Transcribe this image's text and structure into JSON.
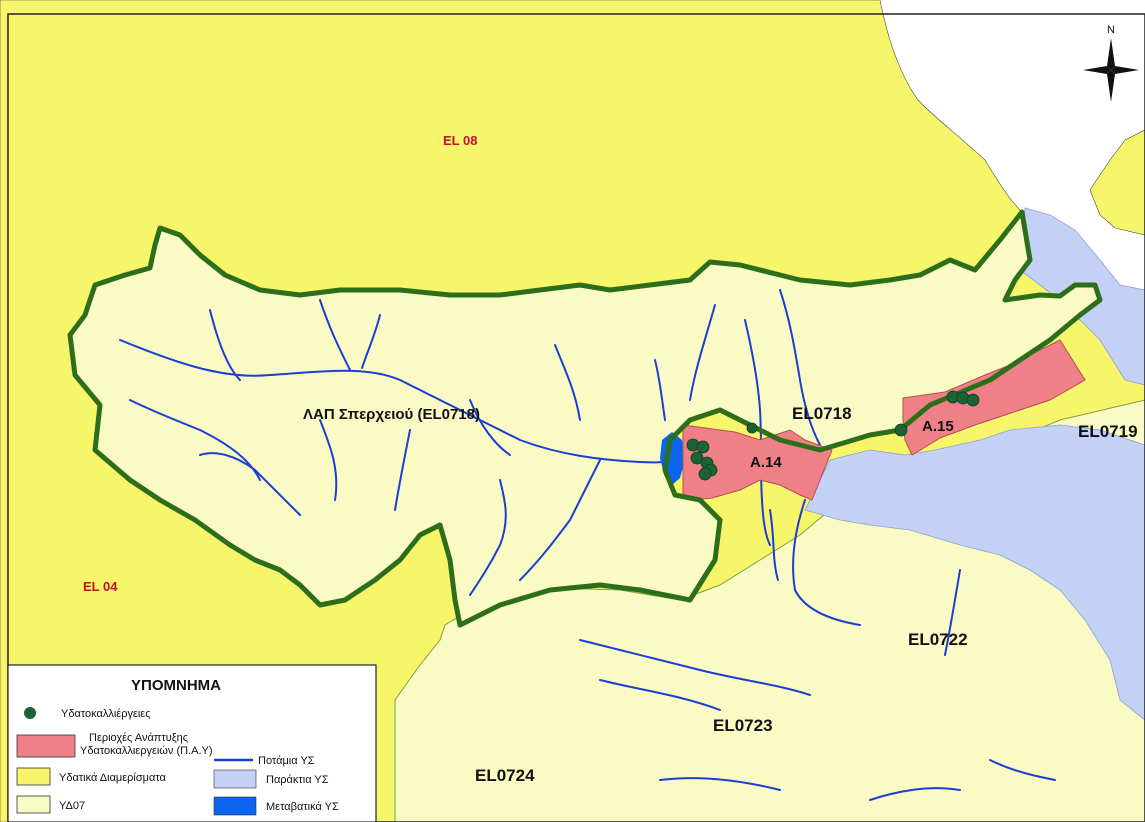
{
  "map": {
    "north_label": "N",
    "labels": {
      "el08": "EL 08",
      "el04": "EL 04",
      "basin": "ΛΑΠ Σπερχειού (EL0718)",
      "el0718": "EL0718",
      "el0719": "EL0719",
      "el0722": "EL0722",
      "el0723": "EL0723",
      "el0724": "EL0724",
      "a14": "Α.14",
      "a15": "Α.15"
    }
  },
  "legend": {
    "title": "ΥΠΟΜΝΗΜΑ",
    "aquaculture": "Υδατοκαλλιέργειες",
    "pay_line1": "Περιοχές Ανάπτυξης",
    "pay_line2": "Υδατοκαλλιεργειών (Π.Α.Υ)",
    "departments": "Υδατικά Διαμερίσματα",
    "yd07": "ΥΔ07",
    "rivers": "Ποτάμια ΥΣ",
    "coastal": "Παράκτια ΥΣ",
    "transitional": "Μεταβατικά ΥΣ"
  },
  "colors": {
    "department_yellow": "#f7f56a",
    "yd07_fill": "#fafac4",
    "basin_border": "#2d6e1a",
    "pay_fill": "#f08088",
    "coastal": "#c4d1f7",
    "transitional": "#0a64f0",
    "river": "#1a3fd1",
    "aquaculture_dot": "#1d6236",
    "department_label": "#c0102a"
  }
}
